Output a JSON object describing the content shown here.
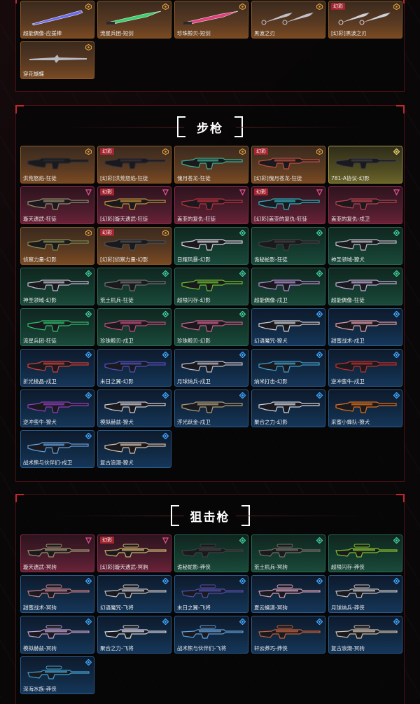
{
  "sections": {
    "top": {
      "items": [
        {
          "name": "超能偶像-应援棒",
          "rarity": "orange",
          "tag": "",
          "icon": "baton-icon",
          "accent": "#6a6af0"
        },
        {
          "name": "流星兵团-短剑",
          "rarity": "orange",
          "tag": "",
          "icon": "knife-icon",
          "accent": "#3ad070"
        },
        {
          "name": "珍珠鲸贝-短剑",
          "rarity": "orange",
          "tag": "",
          "icon": "knife-icon",
          "accent": "#e04080"
        },
        {
          "name": "黑波之刃",
          "rarity": "orange",
          "tag": "",
          "icon": "kunai-icon",
          "accent": "#c0c0c8"
        },
        {
          "name": "[幻彩]黑波之刃",
          "rarity": "orange",
          "tag": "幻彩",
          "icon": "kunai-icon",
          "accent": "#d0d0d8"
        },
        {
          "name": "穿花蝴蝶",
          "rarity": "orange",
          "tag": "",
          "icon": "butterfly-knife-icon",
          "accent": "#b8b8c0"
        }
      ]
    },
    "rifle": {
      "title": "步枪",
      "items": [
        {
          "name": "洪荒怒焰-狂徒",
          "rarity": "orange",
          "tag": "",
          "accent": "#2a2a30"
        },
        {
          "name": "[幻彩]洪荒怒焰-狂徒",
          "rarity": "orange",
          "tag": "幻彩",
          "accent": "#3a3038"
        },
        {
          "name": "傀月苍龙-狂徒",
          "rarity": "orange",
          "tag": "",
          "accent": "#40b090"
        },
        {
          "name": "[幻彩]傀月苍龙-狂徒",
          "rarity": "orange",
          "tag": "幻彩",
          "accent": "#c05040"
        },
        {
          "name": "781-A协议-幻影",
          "rarity": "gold",
          "tag": "",
          "accent": "#404040"
        },
        {
          "name": "璇天遗武-狂徒",
          "rarity": "pink",
          "tag": "",
          "accent": "#9a8a70"
        },
        {
          "name": "[幻彩]璇天遗武-狂徒",
          "rarity": "pink",
          "tag": "幻彩",
          "accent": "#c09040"
        },
        {
          "name": "盖亚的复仇-狂徒",
          "rarity": "pink",
          "tag": "",
          "accent": "#c03040"
        },
        {
          "name": "[幻彩]盖亚的复仇-狂徒",
          "rarity": "pink",
          "tag": "幻彩",
          "accent": "#30b0c0"
        },
        {
          "name": "盖亚的复仇-戍卫",
          "rarity": "pink",
          "tag": "",
          "accent": "#c04050"
        },
        {
          "name": "侦察力量-幻影",
          "rarity": "orange",
          "tag": "",
          "accent": "#8a8a50"
        },
        {
          "name": "[幻彩]侦察力量-幻影",
          "rarity": "orange",
          "tag": "幻彩",
          "accent": "#505050"
        },
        {
          "name": "日耀风暴-幻影",
          "rarity": "green",
          "tag": "",
          "accent": "#d8d8e0"
        },
        {
          "name": "诡秘蛇影-狂徒",
          "rarity": "green",
          "tag": "",
          "accent": "#404040"
        },
        {
          "name": "神圣领域-獠犬",
          "rarity": "green",
          "tag": "",
          "accent": "#c0c0c8"
        },
        {
          "name": "神圣领域-幻影",
          "rarity": "green",
          "tag": "",
          "accent": "#c0c0d0"
        },
        {
          "name": "荒土机兵-狂徒",
          "rarity": "green",
          "tag": "",
          "accent": "#707070"
        },
        {
          "name": "超限闪存-幻影",
          "rarity": "green",
          "tag": "",
          "accent": "#70c030"
        },
        {
          "name": "超能偶像-戍卫",
          "rarity": "green",
          "tag": "",
          "accent": "#b090d0"
        },
        {
          "name": "超能偶像-狂徒",
          "rarity": "green",
          "tag": "",
          "accent": "#c0b0d8"
        },
        {
          "name": "流星兵团-狂徒",
          "rarity": "green",
          "tag": "",
          "accent": "#30c070"
        },
        {
          "name": "珍珠鲸贝-戍卫",
          "rarity": "green",
          "tag": "",
          "accent": "#c05080"
        },
        {
          "name": "珍珠鲸贝-幻影",
          "rarity": "green",
          "tag": "",
          "accent": "#d06090"
        },
        {
          "name": "幻语魔咒-獠犬",
          "rarity": "blue",
          "tag": "",
          "accent": "#d0d0d8"
        },
        {
          "name": "甜蜜战术-戍卫",
          "rarity": "blue",
          "tag": "",
          "accent": "#e0a0b0"
        },
        {
          "name": "折光棱晶-戍卫",
          "rarity": "blue",
          "tag": "",
          "accent": "#d04040"
        },
        {
          "name": "末日之翼-幻影",
          "rarity": "blue",
          "tag": "",
          "accent": "#5050c0"
        },
        {
          "name": "月球纳兵-戍卫",
          "rarity": "blue",
          "tag": "",
          "accent": "#c0c0d0"
        },
        {
          "name": "纳米打击-幻影",
          "rarity": "blue",
          "tag": "",
          "accent": "#40a0d0"
        },
        {
          "name": "逆冲蛮牛-戍卫",
          "rarity": "blue",
          "tag": "",
          "accent": "#c03030"
        },
        {
          "name": "逆冲蛮牛-獠犬",
          "rarity": "blue",
          "tag": "",
          "accent": "#9040c0"
        },
        {
          "name": "模拟赫兹-獠犬",
          "rarity": "blue",
          "tag": "",
          "accent": "#d0d0d8"
        },
        {
          "name": "浮光跃金-戍卫",
          "rarity": "blue",
          "tag": "",
          "accent": "#b0a080"
        },
        {
          "name": "聚合之力-幻影",
          "rarity": "blue",
          "tag": "",
          "accent": "#d0d8e8"
        },
        {
          "name": "采蜜小蜂队-獠犬",
          "rarity": "blue",
          "tag": "",
          "accent": "#e07020"
        },
        {
          "name": "战术熊与伙伴们-戍卫",
          "rarity": "blue",
          "tag": "",
          "accent": "#60a0e0"
        },
        {
          "name": "复古浪潮-獠犬",
          "rarity": "blue",
          "tag": "",
          "accent": "#d0c0b0"
        }
      ]
    },
    "sniper": {
      "title": "狙击枪",
      "items": [
        {
          "name": "璇天遗武-冥驹",
          "rarity": "pink",
          "tag": "",
          "accent": "#a09070"
        },
        {
          "name": "[幻彩]璇天遗武-冥驹",
          "rarity": "pink",
          "tag": "幻彩",
          "accent": "#d0b070"
        },
        {
          "name": "诡秘蛇影-莽侠",
          "rarity": "green",
          "tag": "",
          "accent": "#404040"
        },
        {
          "name": "荒土机兵-冥驹",
          "rarity": "green",
          "tag": "",
          "accent": "#707068"
        },
        {
          "name": "超限闪存-莽侠",
          "rarity": "green",
          "tag": "",
          "accent": "#80c030"
        },
        {
          "name": "甜蜜战术-冥驹",
          "rarity": "blue",
          "tag": "",
          "accent": "#c08090"
        },
        {
          "name": "幻语魔咒-飞将",
          "rarity": "blue",
          "tag": "",
          "accent": "#c0c0c8"
        },
        {
          "name": "末日之翼-飞将",
          "rarity": "blue",
          "tag": "",
          "accent": "#5050b0"
        },
        {
          "name": "夏云螭潇-冥驹",
          "rarity": "blue",
          "tag": "",
          "accent": "#d0a0c0"
        },
        {
          "name": "月球纳兵-莽侠",
          "rarity": "blue",
          "tag": "",
          "accent": "#c0c0c8"
        },
        {
          "name": "模拟赫兹-冥驹",
          "rarity": "blue",
          "tag": "",
          "accent": "#c0a0d0"
        },
        {
          "name": "聚合之力-飞将",
          "rarity": "blue",
          "tag": "",
          "accent": "#d0d8e8"
        },
        {
          "name": "战术熊与伙伴们-飞将",
          "rarity": "blue",
          "tag": "",
          "accent": "#60a0e0"
        },
        {
          "name": "轩云莽巧-莽侠",
          "rarity": "blue",
          "tag": "",
          "accent": "#c06040"
        },
        {
          "name": "复古浪潮-冥驹",
          "rarity": "blue",
          "tag": "",
          "accent": "#d0c0b0"
        },
        {
          "name": "深海水族-莽侠",
          "rarity": "blue",
          "tag": "",
          "accent": "#40a0d0"
        }
      ]
    }
  }
}
